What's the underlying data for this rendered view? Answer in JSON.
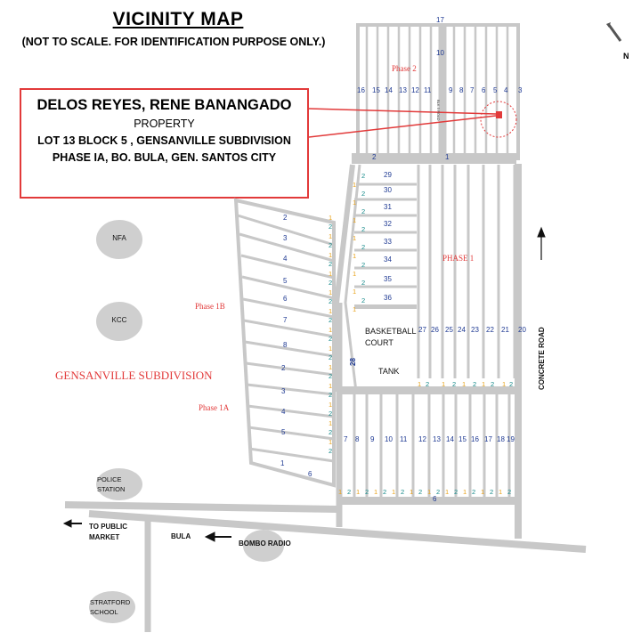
{
  "title": "VICINITY MAP",
  "subtitle": "(NOT TO SCALE. FOR IDENTIFICATION PURPOSE ONLY.)",
  "property": {
    "owner": "DELOS REYES, RENE BANANGADO",
    "type": "PROPERTY",
    "line1": "LOT 13 BLOCK 5 ,  GENSANVILLE SUBDIVISION",
    "line2": "PHASE IA, BO. BULA,  GEN. SANTOS CITY"
  },
  "compass": {
    "label": "N",
    "icon": "north-arrow-icon"
  },
  "areas": {
    "phase2": "Phase 2",
    "phase1": "PHASE 1",
    "phase1b": "Phase 1B",
    "phase1a": "Phase 1A",
    "subdivision": "GENSANVILLE SUBDIVISION"
  },
  "landmarks": {
    "nfa": "NFA",
    "kcc": "KCC",
    "police": "POLICE STATION",
    "stratford": "STRATFORD SCHOOL",
    "bombo": "BOMBO RADIO",
    "bula": "BULA",
    "public_market": "TO PUBLIC MARKET",
    "basketball": "BASKETBALL COURT",
    "tank": "TANK",
    "concrete_road": "CONCRETE ROAD",
    "road_28": "28",
    "vertical_road_label": "BLK 5 ROAD"
  },
  "labels": {
    "phase2_top": [
      "17",
      "10"
    ],
    "phase2_blocks": [
      "16",
      "15",
      "14",
      "13",
      "12",
      "11",
      "9",
      "8",
      "7",
      "6",
      "5",
      "4",
      "3"
    ],
    "phase2_road": [
      "2",
      "1"
    ],
    "phase1_small_blocks": [
      "29",
      "30",
      "31",
      "32",
      "33",
      "34",
      "35",
      "36"
    ],
    "phase1_upper_blocks": [
      "27",
      "26",
      "25",
      "24",
      "23",
      "22",
      "21",
      "20"
    ],
    "phase1_lower_blocks": [
      "7",
      "8",
      "9",
      "10",
      "11",
      "12",
      "13",
      "14",
      "15",
      "16",
      "17",
      "18",
      "19"
    ],
    "phase1_bottom_label": "6",
    "phase1b_blocks": [
      "2",
      "3",
      "4",
      "5",
      "6",
      "7",
      "8"
    ],
    "phase1a_blocks": [
      "2",
      "3",
      "4",
      "5",
      "1",
      "6"
    ],
    "side_1": "1",
    "side_2": "2",
    "side_left_1": "1",
    "side_left_2": "2"
  },
  "colors": {
    "road": "#c8c8c8",
    "red": "#e23a3a",
    "blue_text": "#1f3a93",
    "orange": "#e8a21a",
    "teal": "#158a8a",
    "landmark_fill": "#cfcfcf"
  }
}
